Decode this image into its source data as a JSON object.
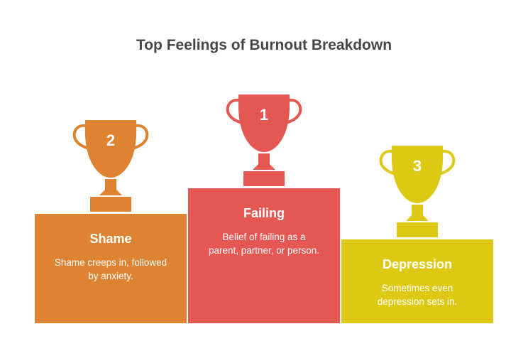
{
  "title": "Top Feelings of Burnout Breakdown",
  "places": [
    {
      "rank": "2",
      "label": "Shame",
      "description": "Shame creeps in, followed by anxiety.",
      "color": "#DD8331"
    },
    {
      "rank": "1",
      "label": "Failing",
      "description": "Belief of failing as a parent, partner, or person.",
      "color": "#E55753"
    },
    {
      "rank": "3",
      "label": "Depression",
      "description": "Sometimes even depression sets in.",
      "color": "#DDC914"
    }
  ]
}
